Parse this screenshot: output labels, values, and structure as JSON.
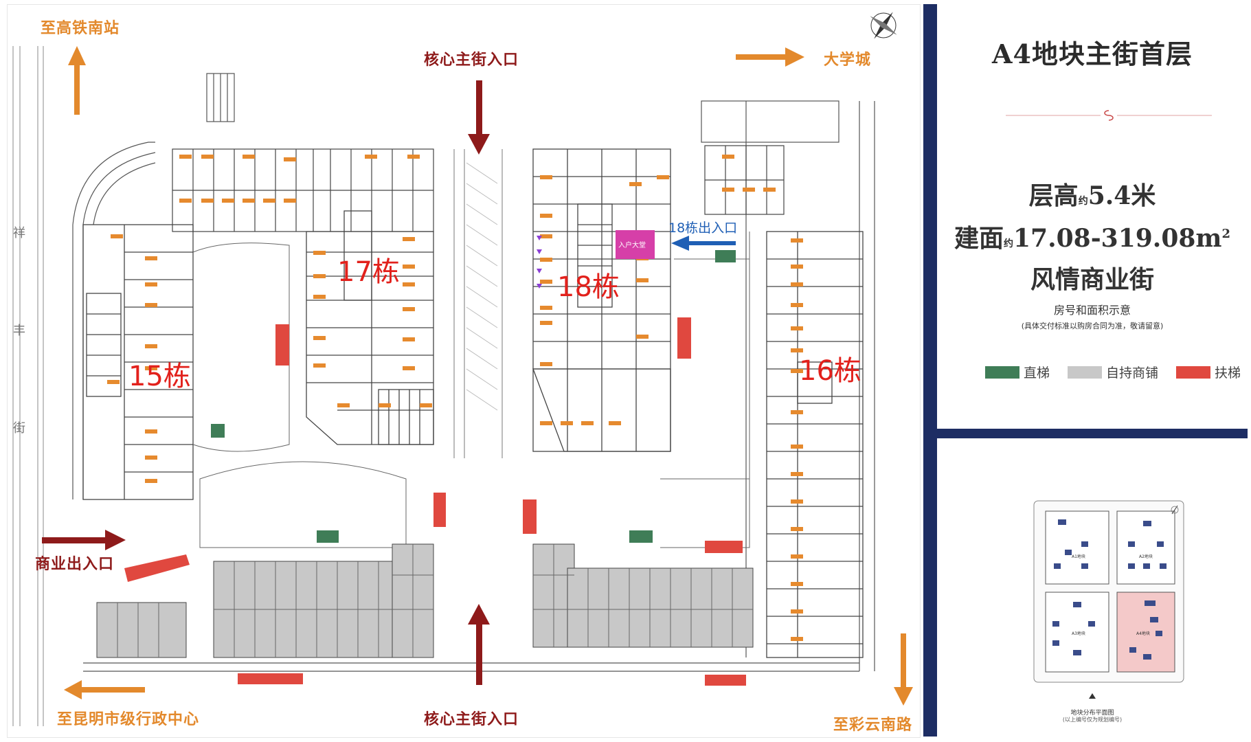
{
  "plan": {
    "directions": {
      "to_hsr_south": "至高铁南站",
      "university_city": "大学城",
      "to_kunming_admin": "至昆明市级行政中心",
      "to_caiyun_south_rd": "至彩云南路"
    },
    "entrances": {
      "core_top": "核心主街入口",
      "core_bottom": "核心主街入口",
      "commercial": "商业出入口",
      "b18_exit": "18栋出入口"
    },
    "street_chars": [
      "祥",
      "丰",
      "街"
    ],
    "buildings": {
      "b15": "15栋",
      "b16": "16栋",
      "b17": "17栋",
      "b18": "18栋"
    },
    "lobby": "入户大堂"
  },
  "info": {
    "title": "A4地块主街首层",
    "height_label": "层高",
    "height_value": "5.4米",
    "area_label": "建面",
    "area_value": "17.08-319.08m",
    "area_unit_sup": "2",
    "approx_mark": "约",
    "category": "风情商业街",
    "note_title": "房号和面积示意",
    "note_detail": "(具体交付标准以购房合同为准，敬请留意)",
    "legend": [
      {
        "label": "直梯",
        "color": "#3f7d57"
      },
      {
        "label": "自持商铺",
        "color": "#c8c8c8"
      },
      {
        "label": "扶梯",
        "color": "#e0483f"
      }
    ]
  },
  "minimap": {
    "labels": [
      "A1地块",
      "A2地块",
      "A3地块",
      "A4地块"
    ],
    "caption": "地块分布平面图",
    "caption_note": "(以上编号仅为规划编号)"
  },
  "colors": {
    "navy": "#1d2d63",
    "orange": "#e3892c",
    "dark_red_arrow": "#8e1a1a",
    "blue_arrow": "#1f5fb5",
    "building_label": "#e2211c",
    "lobby": "#d63fa8"
  }
}
